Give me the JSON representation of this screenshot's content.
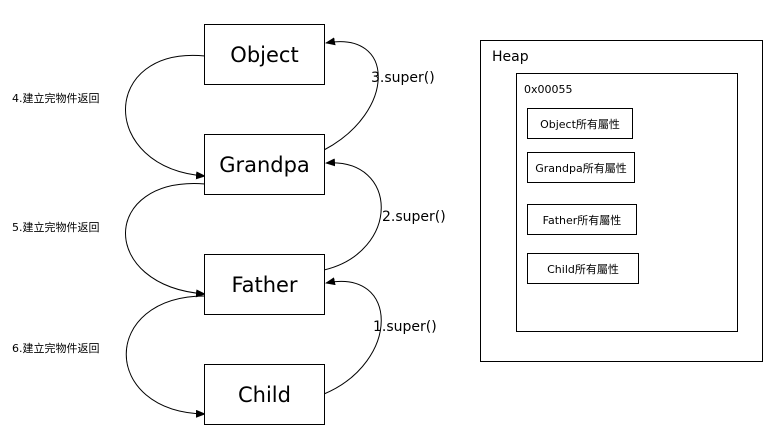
{
  "classes": {
    "object": "Object",
    "grandpa": "Grandpa",
    "father": "Father",
    "child": "Child"
  },
  "super_calls": {
    "first": "1.super()",
    "second": "2.super()",
    "third": "3.super()"
  },
  "returns": {
    "fourth": "4.建立完物件返回",
    "fifth": "5.建立完物件返回",
    "sixth": "6.建立完物件返回"
  },
  "heap": {
    "title": "Heap",
    "address": "0x00055",
    "items": [
      "Object所有屬性",
      "Grandpa所有屬性",
      "Father所有屬性",
      "Child所有屬性"
    ]
  },
  "colors": {
    "line": "#000000",
    "background": "#ffffff"
  }
}
